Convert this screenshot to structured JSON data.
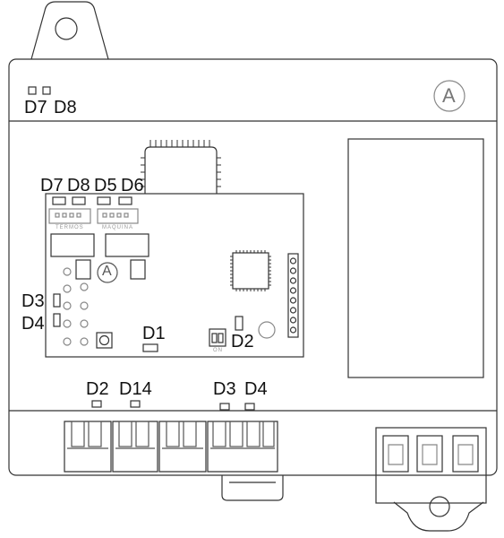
{
  "top_labels": {
    "d7": "D7",
    "d8": "D8"
  },
  "board_labels": {
    "d7": "D7",
    "d8": "D8",
    "d5": "D5",
    "d6": "D6",
    "d3": "D3",
    "d4": "D4",
    "d1": "D1",
    "d2": "D2"
  },
  "connector_labels": {
    "termos": "TERMOS",
    "maquina": "MAQUINA"
  },
  "switch_label": "ON",
  "bottom_labels": {
    "d2": "D2",
    "d14": "D14",
    "d3": "D3",
    "d4": "D4"
  },
  "logo_letter": "A",
  "colors": {
    "line": "#333333",
    "light_line": "#888888",
    "fill": "#ffffff"
  }
}
